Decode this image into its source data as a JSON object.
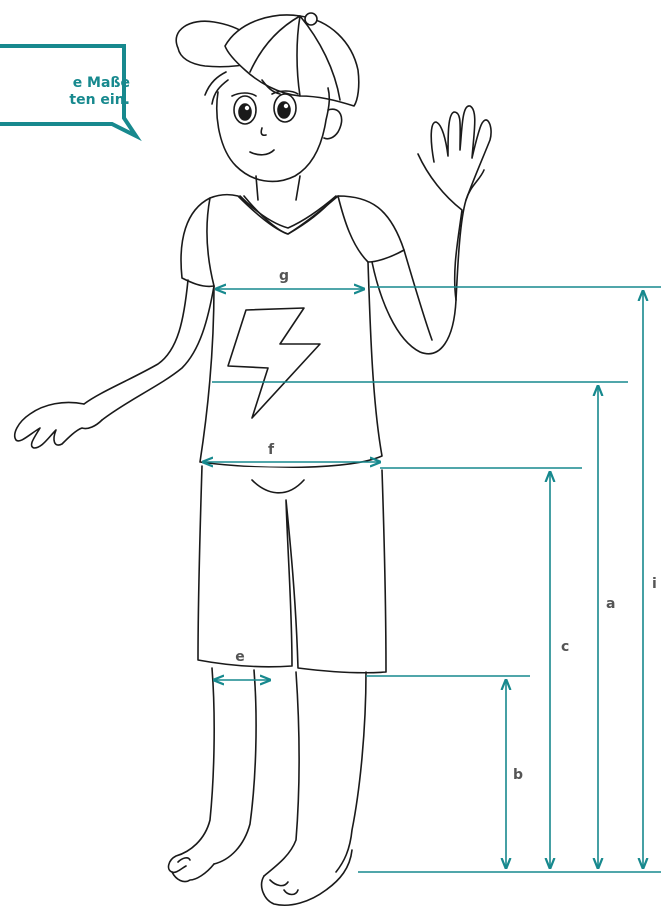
{
  "callout": {
    "line1": "e Maße",
    "line2": "ten ein."
  },
  "labels": {
    "a": "a",
    "b": "b",
    "c": "c",
    "e": "e",
    "f": "f",
    "g": "g",
    "i": "i"
  },
  "colors": {
    "accent": "#17898e",
    "outline": "#1a1a1a",
    "label": "#555555"
  }
}
